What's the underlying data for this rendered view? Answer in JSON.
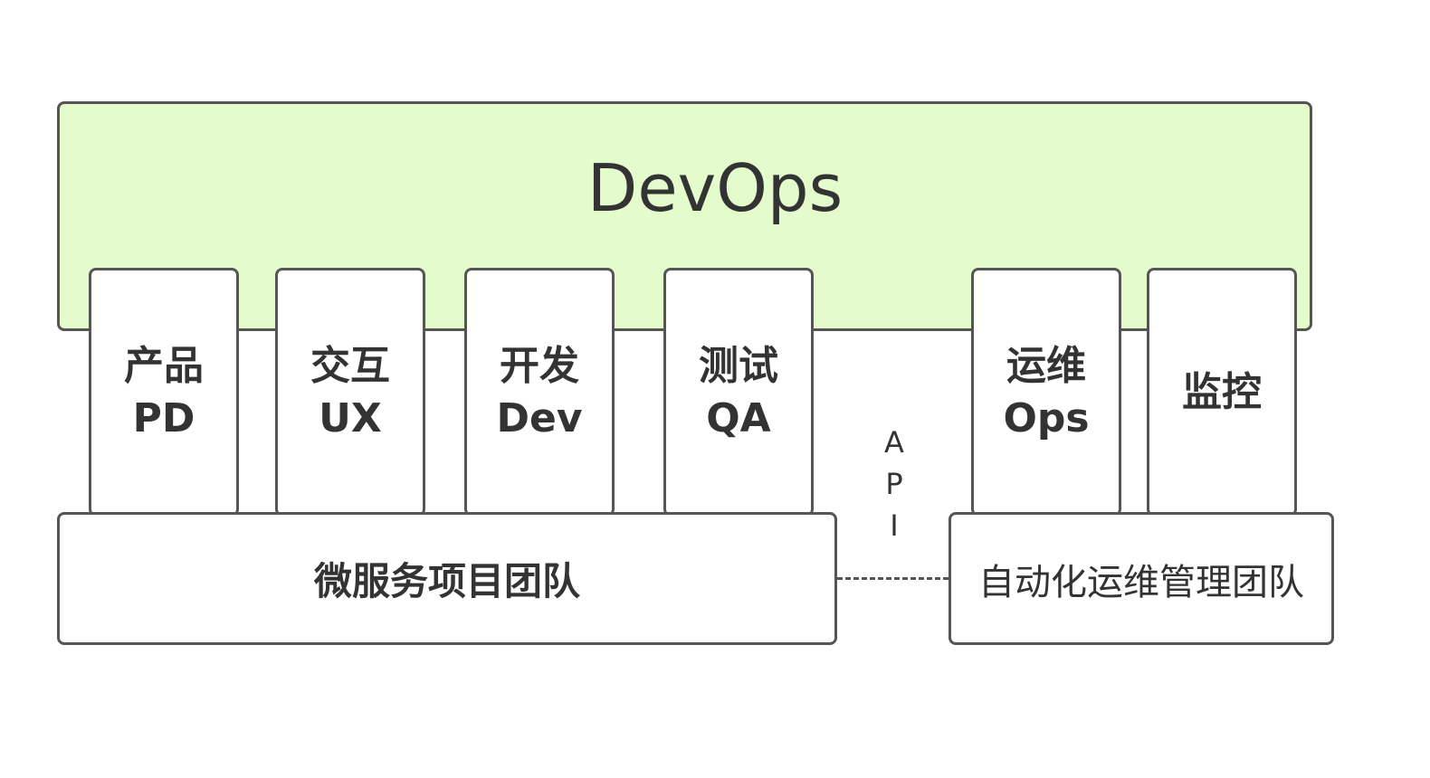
{
  "title": "DevOps",
  "roles": [
    {
      "line1": "产品",
      "line2": "PD"
    },
    {
      "line1": "交互",
      "line2": "UX"
    },
    {
      "line1": "开发",
      "line2": "Dev"
    },
    {
      "line1": "测试",
      "line2": "QA"
    },
    {
      "line1": "运维",
      "line2": "Ops"
    },
    {
      "line1": "监控",
      "line2": ""
    }
  ],
  "api_letters": [
    "A",
    "P",
    "I"
  ],
  "teams": {
    "microservice": "微服务项目团队",
    "automation_ops": "自动化运维管理团队"
  },
  "colors": {
    "devops_fill": "#e4fccb",
    "border": "#555555",
    "text": "#333333"
  }
}
